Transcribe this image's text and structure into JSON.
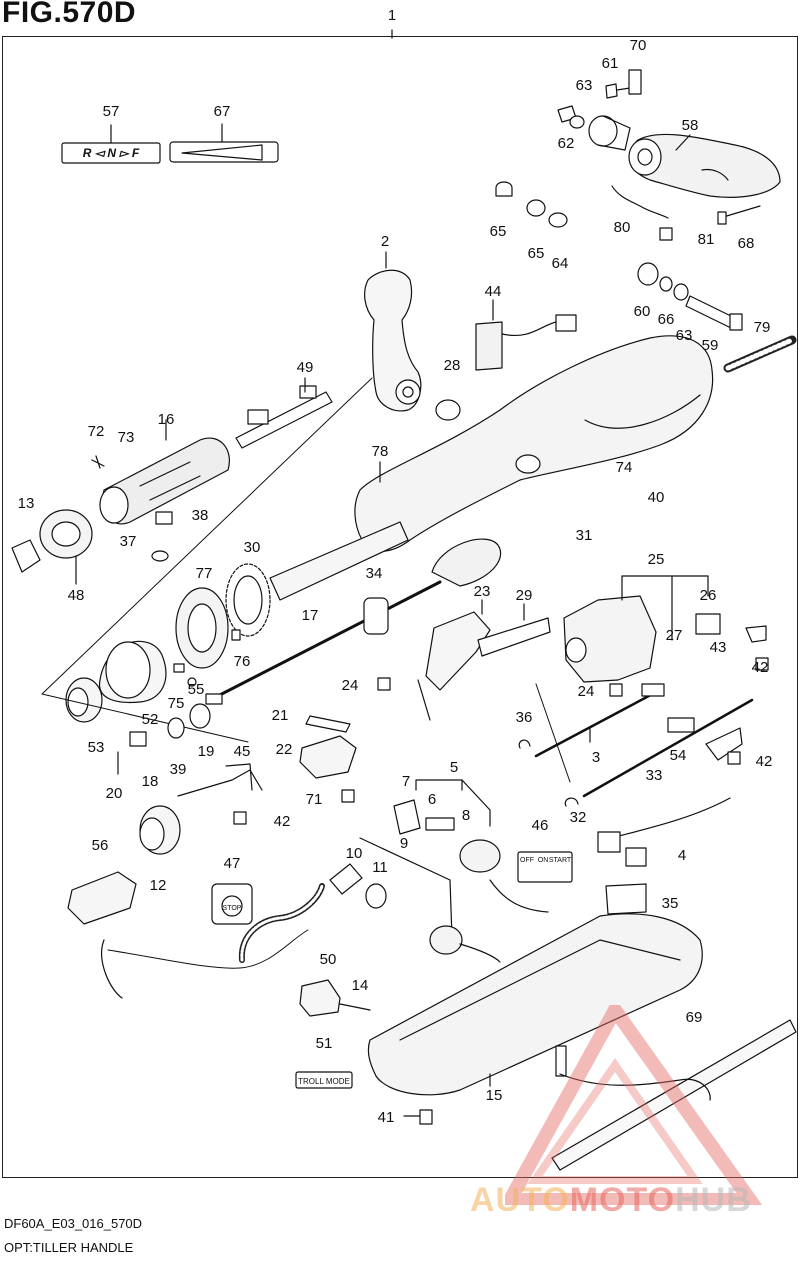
{
  "figure": {
    "title": "FIG.570D"
  },
  "footer": {
    "code": "DF60A_E03_016_570D",
    "caption": "OPT:TILLER HANDLE"
  },
  "watermark": {
    "part1": "AUTO",
    "part2": "MOTO",
    "part3": "HUB",
    "colors": {
      "auto": "#f3b25a",
      "moto": "#e5685f",
      "hub": "#b8b8b8"
    }
  },
  "labels": {
    "shift_decal": "R ◅ N ▻ F",
    "stop": "STOP",
    "troll_mode": "TROLL MODE",
    "switch_off": "OFF",
    "switch_on": "ON",
    "switch_start": "START"
  },
  "callouts": [
    "1",
    "70",
    "61",
    "63",
    "57",
    "67",
    "62",
    "58",
    "65",
    "65",
    "64",
    "80",
    "81",
    "68",
    "2",
    "44",
    "60",
    "66",
    "63",
    "79",
    "59",
    "49",
    "28",
    "72",
    "73",
    "16",
    "78",
    "74",
    "40",
    "13",
    "38",
    "37",
    "31",
    "30",
    "48",
    "25",
    "77",
    "34",
    "23",
    "29",
    "26",
    "17",
    "43",
    "42",
    "27",
    "24",
    "76",
    "55",
    "75",
    "52",
    "53",
    "24",
    "36",
    "21",
    "45",
    "22",
    "3",
    "20",
    "18",
    "39",
    "19",
    "54",
    "42",
    "33",
    "71",
    "42",
    "5",
    "7",
    "6",
    "8",
    "46",
    "32",
    "56",
    "12",
    "4",
    "47",
    "10",
    "11",
    "9",
    "35",
    "50",
    "14",
    "51",
    "69",
    "15",
    "41"
  ]
}
